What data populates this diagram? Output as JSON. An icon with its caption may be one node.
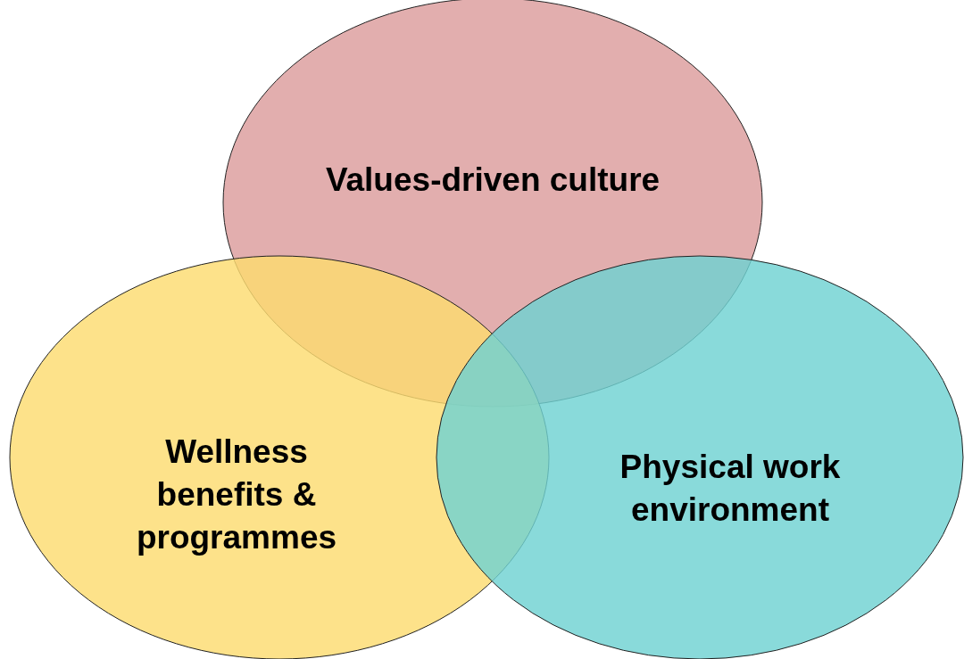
{
  "diagram": {
    "nodes": [
      {
        "text": [
          "Values-driven culture"
        ]
      },
      {
        "text": [
          "Wellness benefits & programmes"
        ]
      },
      {
        "text": [
          "Physical work environment"
        ]
      }
    ]
  }
}
